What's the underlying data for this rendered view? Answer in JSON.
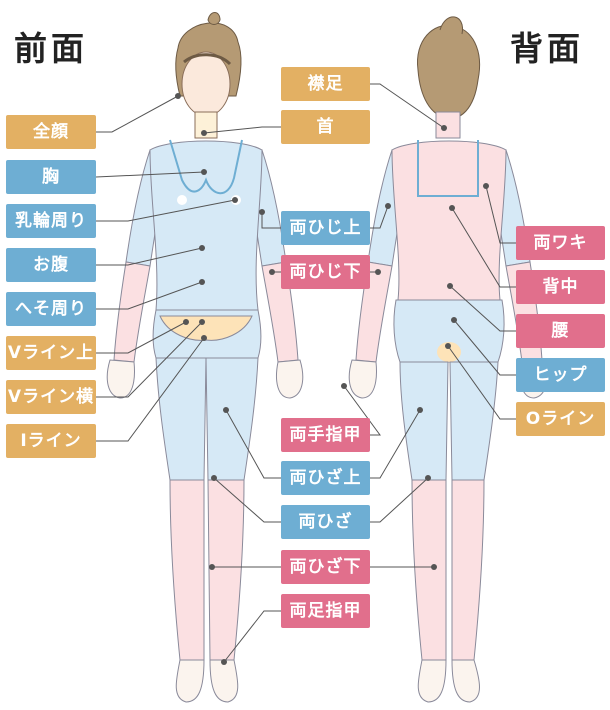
{
  "headings": {
    "front": "前面",
    "back": "背面"
  },
  "labels": {
    "zengan": "全顔",
    "mune": "胸",
    "nyuurin": "乳輪周り",
    "onaka": "お腹",
    "hesomawari": "へそ周り",
    "v_ue": "Vライン上",
    "v_yoko": "Vライン横",
    "i_line": "Iライン",
    "erisoku": "襟足",
    "kubi": "首",
    "hiji_ue": "両ひじ上",
    "hiji_shita": "両ひじ下",
    "teyubi": "両手指甲",
    "hiza_ue": "両ひざ上",
    "hiza": "両ひざ",
    "hiza_shita": "両ひざ下",
    "ashiyubi": "両足指甲",
    "waki": "両ワキ",
    "senaka": "背中",
    "koshi": "腰",
    "hip": "ヒップ",
    "o_line": "Oライン"
  },
  "colors": {
    "orange": "#e3b063",
    "blue": "#6eaed3",
    "pink": "#e16f8c",
    "line": "#555555"
  }
}
